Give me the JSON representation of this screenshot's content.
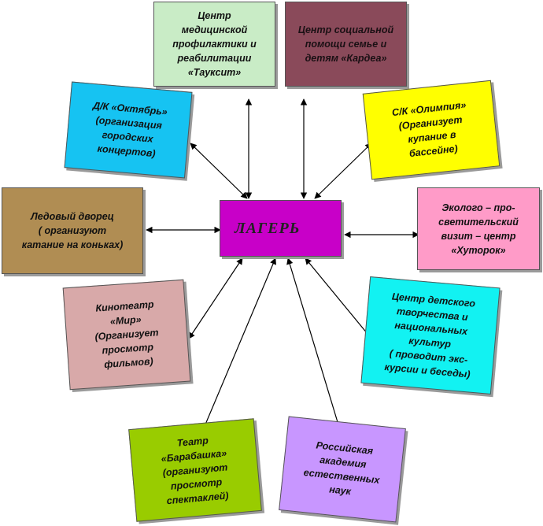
{
  "center": {
    "label": "ЛАГЕРЬ",
    "color": "#c800c8"
  },
  "nodes": [
    {
      "id": "medical",
      "label": "Центр\nмедицинской\nпрофилактики и\nреабилитации\n«Тауксит»",
      "color": "#c9ecc6"
    },
    {
      "id": "social",
      "label": "Центр социальной\nпомощи семье и\nдетям «Кардеа»",
      "color": "#8a4a5a"
    },
    {
      "id": "oktyabr",
      "label": "Д/К «Октябрь»\n(организация\nгородских\nконцертов)",
      "color": "#16c3f2"
    },
    {
      "id": "olimpia",
      "label": "С/К «Олимпия»\n(Организует\nкупание в\nбассейне)",
      "color": "#ffff00"
    },
    {
      "id": "ice",
      "label": "Ледовый дворец\n( организуют\nкатание на коньках)",
      "color": "#b08d53"
    },
    {
      "id": "eco",
      "label": "Эколого – про-\nсветительский\nвизит – центр\n«Хуторок»",
      "color": "#ff9bc8"
    },
    {
      "id": "cinema",
      "label": "Кинотеатр\n«Мир»\n(Организует\nпросмотр\nфильмов)",
      "color": "#d8a9a9"
    },
    {
      "id": "children",
      "label": "Центр детского\nтворчества и\nнациональных\nкультур\n( проводит экс-\nкурсии и беседы)",
      "color": "#12f2f2"
    },
    {
      "id": "theatre",
      "label": "Театр\n«Барабашка»\n(организуют\nпросмотр\nспектаклей)",
      "color": "#99cc00"
    },
    {
      "id": "academy",
      "label": "Российская\nакадемия\nестественных\nнаук",
      "color": "#c896ff"
    }
  ]
}
